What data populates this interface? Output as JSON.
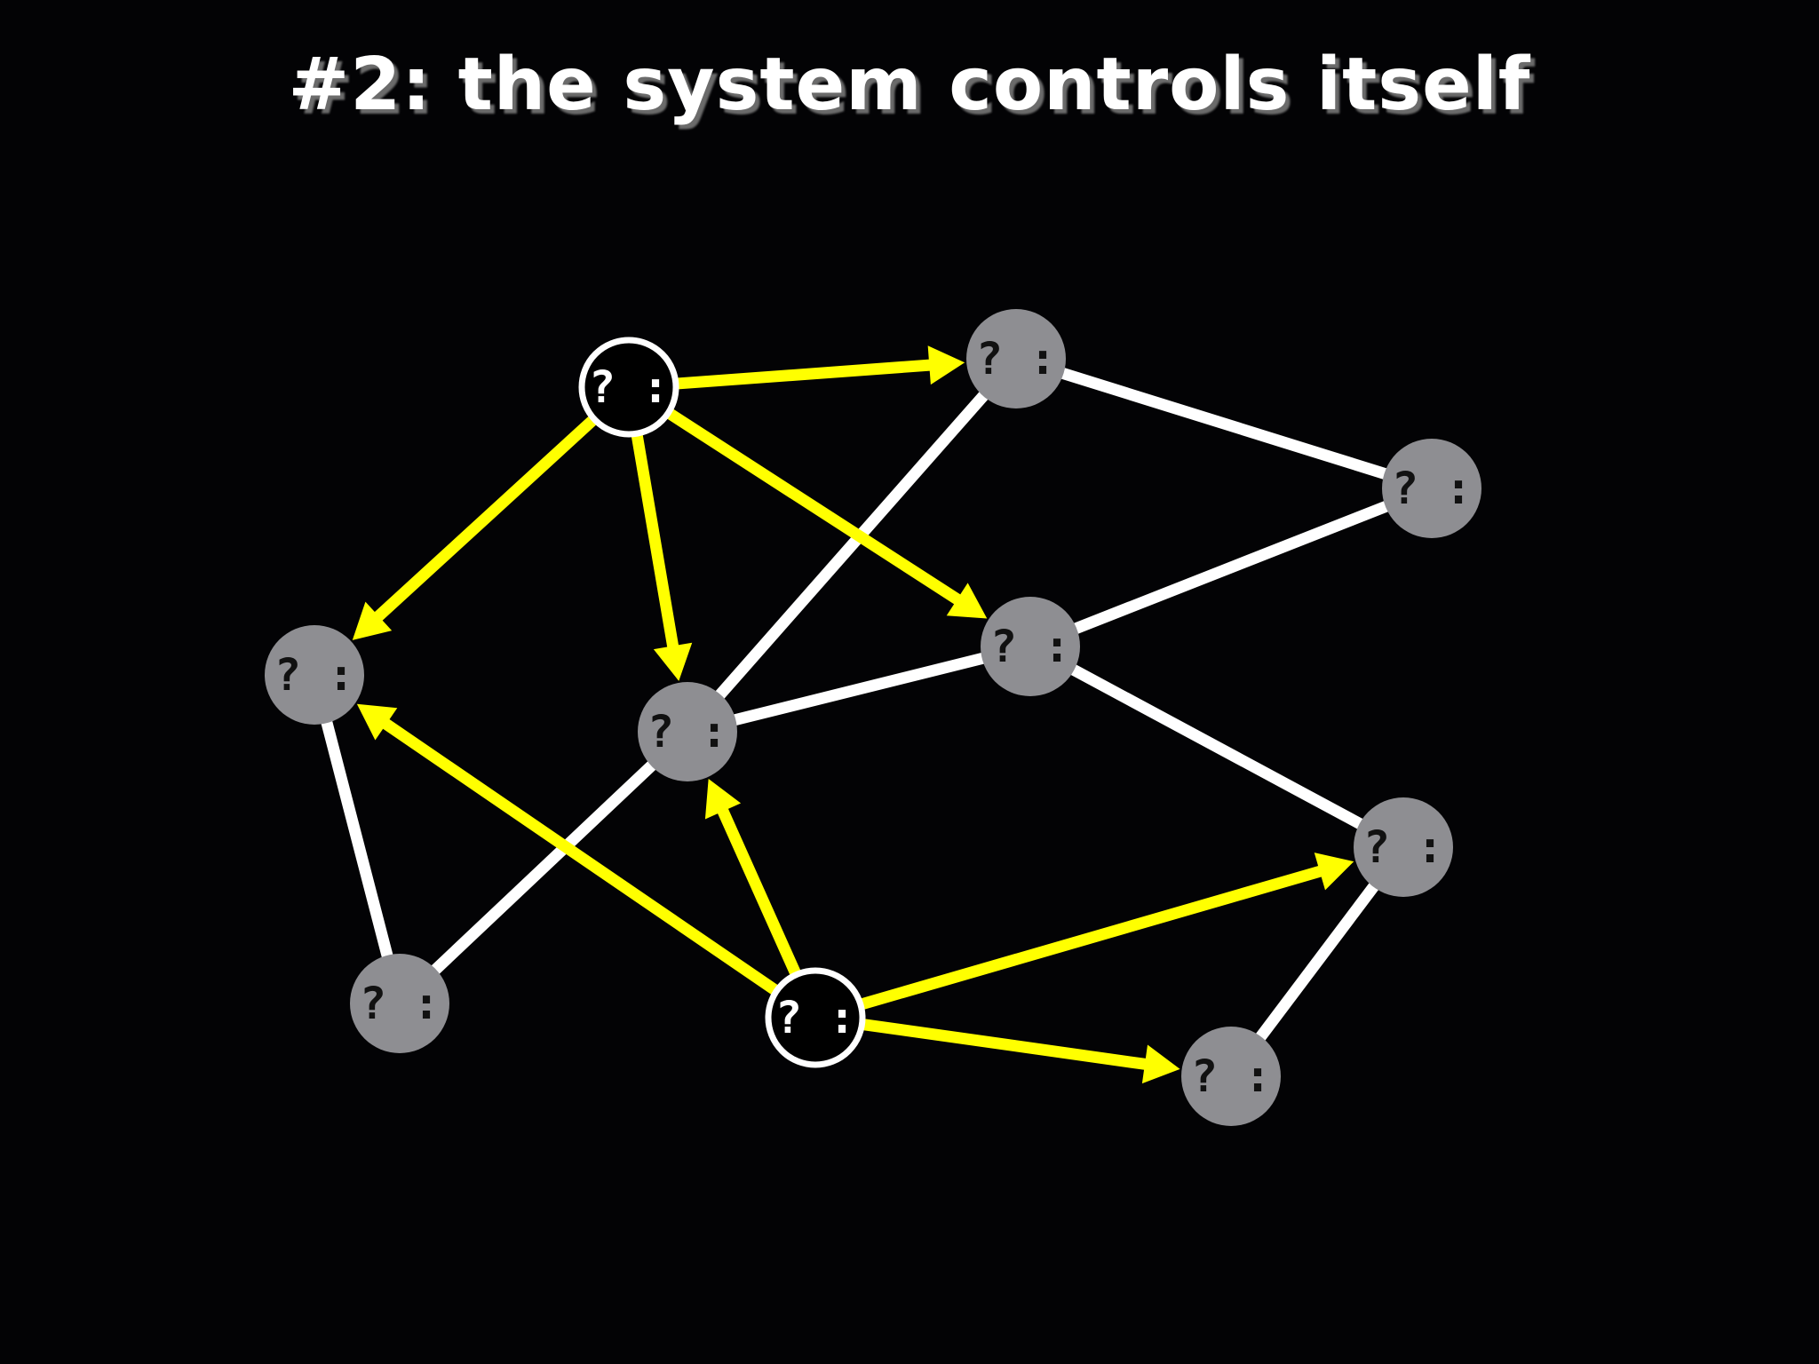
{
  "title": "#2: the system controls itself",
  "colors": {
    "background": "#030305",
    "controller_edge": "#ffff00",
    "link_edge": "#ffffff",
    "node_fill": "#8e8e92",
    "controller_fill": "#000000",
    "controller_stroke": "#ffffff",
    "node_text": "#111111",
    "controller_text": "#ffffff"
  },
  "nodes": [
    {
      "id": "c1",
      "label": "? :",
      "kind": "controller"
    },
    {
      "id": "c2",
      "label": "? :",
      "kind": "controller"
    },
    {
      "id": "n_top",
      "label": "? :",
      "kind": "node"
    },
    {
      "id": "n_right",
      "label": "? :",
      "kind": "node"
    },
    {
      "id": "n_left",
      "label": "? :",
      "kind": "node"
    },
    {
      "id": "n_center",
      "label": "? :",
      "kind": "node"
    },
    {
      "id": "n_mid",
      "label": "? :",
      "kind": "node"
    },
    {
      "id": "n_lowright",
      "label": "? :",
      "kind": "node"
    },
    {
      "id": "n_bottomleft",
      "label": "? :",
      "kind": "node"
    },
    {
      "id": "n_bottom",
      "label": "? :",
      "kind": "node"
    }
  ],
  "links": [
    {
      "from": "n_top",
      "to": "n_right"
    },
    {
      "from": "n_top",
      "to": "n_center"
    },
    {
      "from": "n_center",
      "to": "n_bottomleft"
    },
    {
      "from": "n_center",
      "to": "n_mid"
    },
    {
      "from": "n_mid",
      "to": "n_right"
    },
    {
      "from": "n_mid",
      "to": "n_lowright"
    },
    {
      "from": "n_lowright",
      "to": "n_bottom"
    },
    {
      "from": "n_left",
      "to": "n_bottomleft"
    }
  ],
  "arrows": [
    {
      "from": "c1",
      "to": "n_top"
    },
    {
      "from": "c1",
      "to": "n_left"
    },
    {
      "from": "c1",
      "to": "n_center"
    },
    {
      "from": "c1",
      "to": "n_mid"
    },
    {
      "from": "c2",
      "to": "n_left"
    },
    {
      "from": "c2",
      "to": "n_center"
    },
    {
      "from": "c2",
      "to": "n_lowright"
    },
    {
      "from": "c2",
      "to": "n_bottom"
    }
  ]
}
